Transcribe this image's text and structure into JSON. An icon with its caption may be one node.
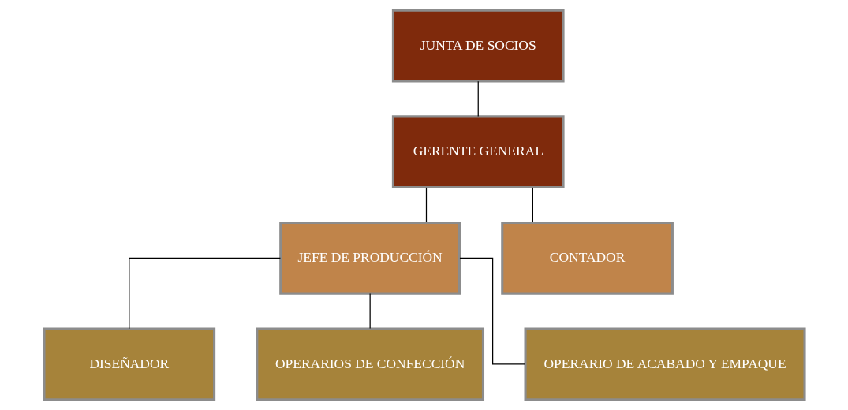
{
  "diagram": {
    "nodes": [
      {
        "text": [
          "JUNTA DE SOCIOS"
        ]
      },
      {
        "text": [
          "GERENTE GENERAL"
        ]
      },
      {
        "text": [
          "JEFE DE PRODUCCIÓN"
        ]
      },
      {
        "text": [
          "CONTADOR"
        ]
      },
      {
        "text": [
          "DISEÑADOR"
        ]
      },
      {
        "text": [
          "OPERARIOS DE CONFECCIÓN"
        ]
      },
      {
        "text": [
          "OPERARIO DE ACABADO Y EMPAQUE"
        ]
      }
    ],
    "edges": [
      {
        "from": 0,
        "to": 1,
        "arrow": "none"
      },
      {
        "from": 1,
        "to": 2,
        "arrow": "none"
      },
      {
        "from": 1,
        "to": 3,
        "arrow": "none"
      },
      {
        "from": 2,
        "to": 4,
        "arrow": "none"
      },
      {
        "from": 2,
        "to": 5,
        "arrow": "none"
      },
      {
        "from": 2,
        "to": 6,
        "arrow": "none"
      }
    ]
  }
}
